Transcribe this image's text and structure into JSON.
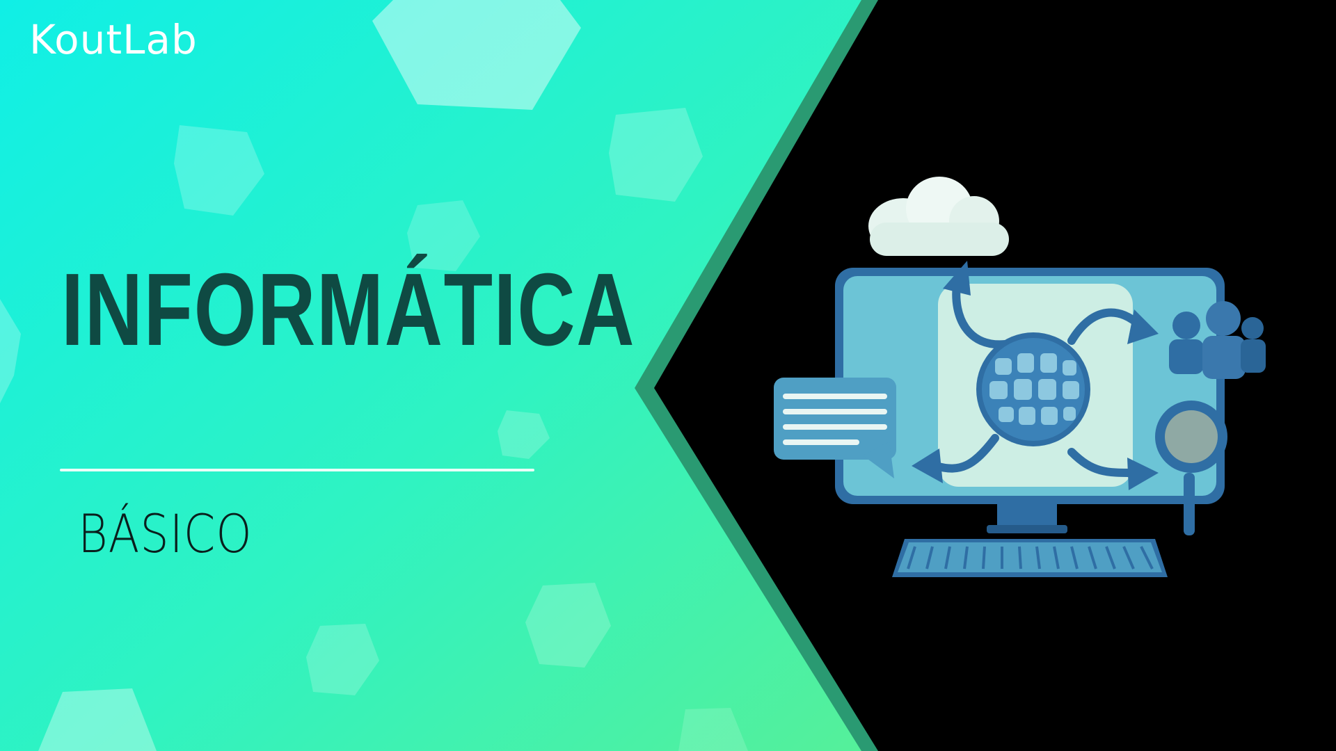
{
  "brand": {
    "logo_text": "KoutLab"
  },
  "hero": {
    "title": "INFORMÁTICA",
    "subtitle": "BÁSICO"
  },
  "colors": {
    "gradient_start": "#12eee3",
    "gradient_end": "#52f19b",
    "chevron_border": "#2a9a72",
    "title_color": "#0f4a43",
    "right_panel": "#000000",
    "monitor_blue": "#2f6ea4",
    "screen_teal": "#6cc4d6"
  },
  "illustration": {
    "icons": [
      "cloud-icon",
      "globe-icon",
      "users-icon",
      "magnifier-icon",
      "chat-bubble-icon",
      "keyboard-icon",
      "monitor-icon"
    ]
  }
}
